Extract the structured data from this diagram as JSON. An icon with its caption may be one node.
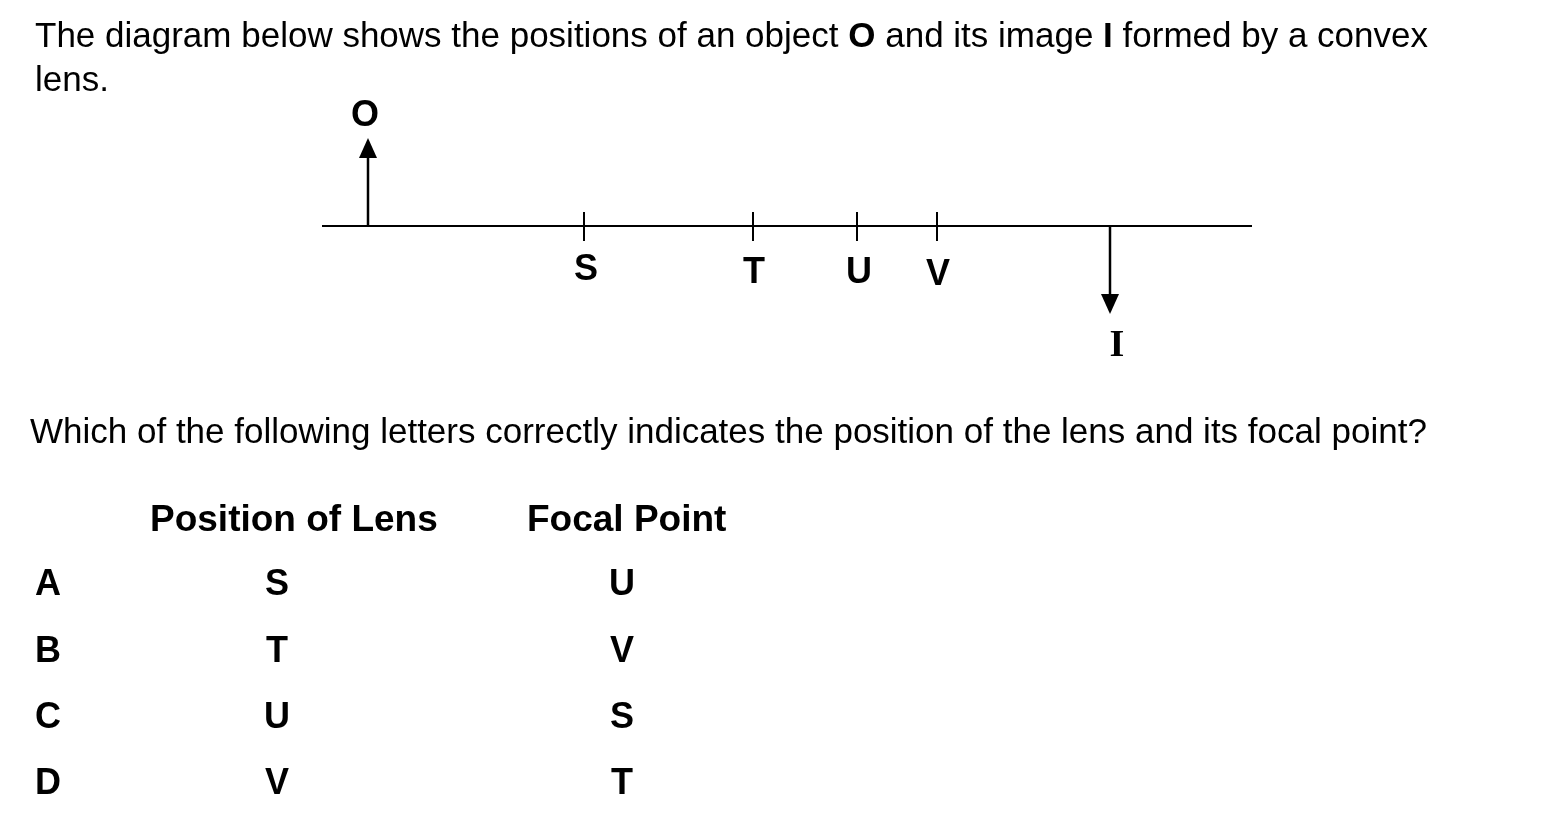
{
  "diagram": {
    "title": "The diagram below shows the positions of an object **O** and its image **I** formed by a convex lens.",
    "labels": [
      "O",
      "S",
      "T",
      "U",
      "V",
      "I",
      "Which of the following letters correctly indicates the position of the lens and its focal point?",
      "Position of Lens",
      "Focal Point",
      "A",
      "S",
      "U",
      "B",
      "T",
      "V",
      "C",
      "U",
      "S",
      "D",
      "V",
      "T"
    ]
  }
}
